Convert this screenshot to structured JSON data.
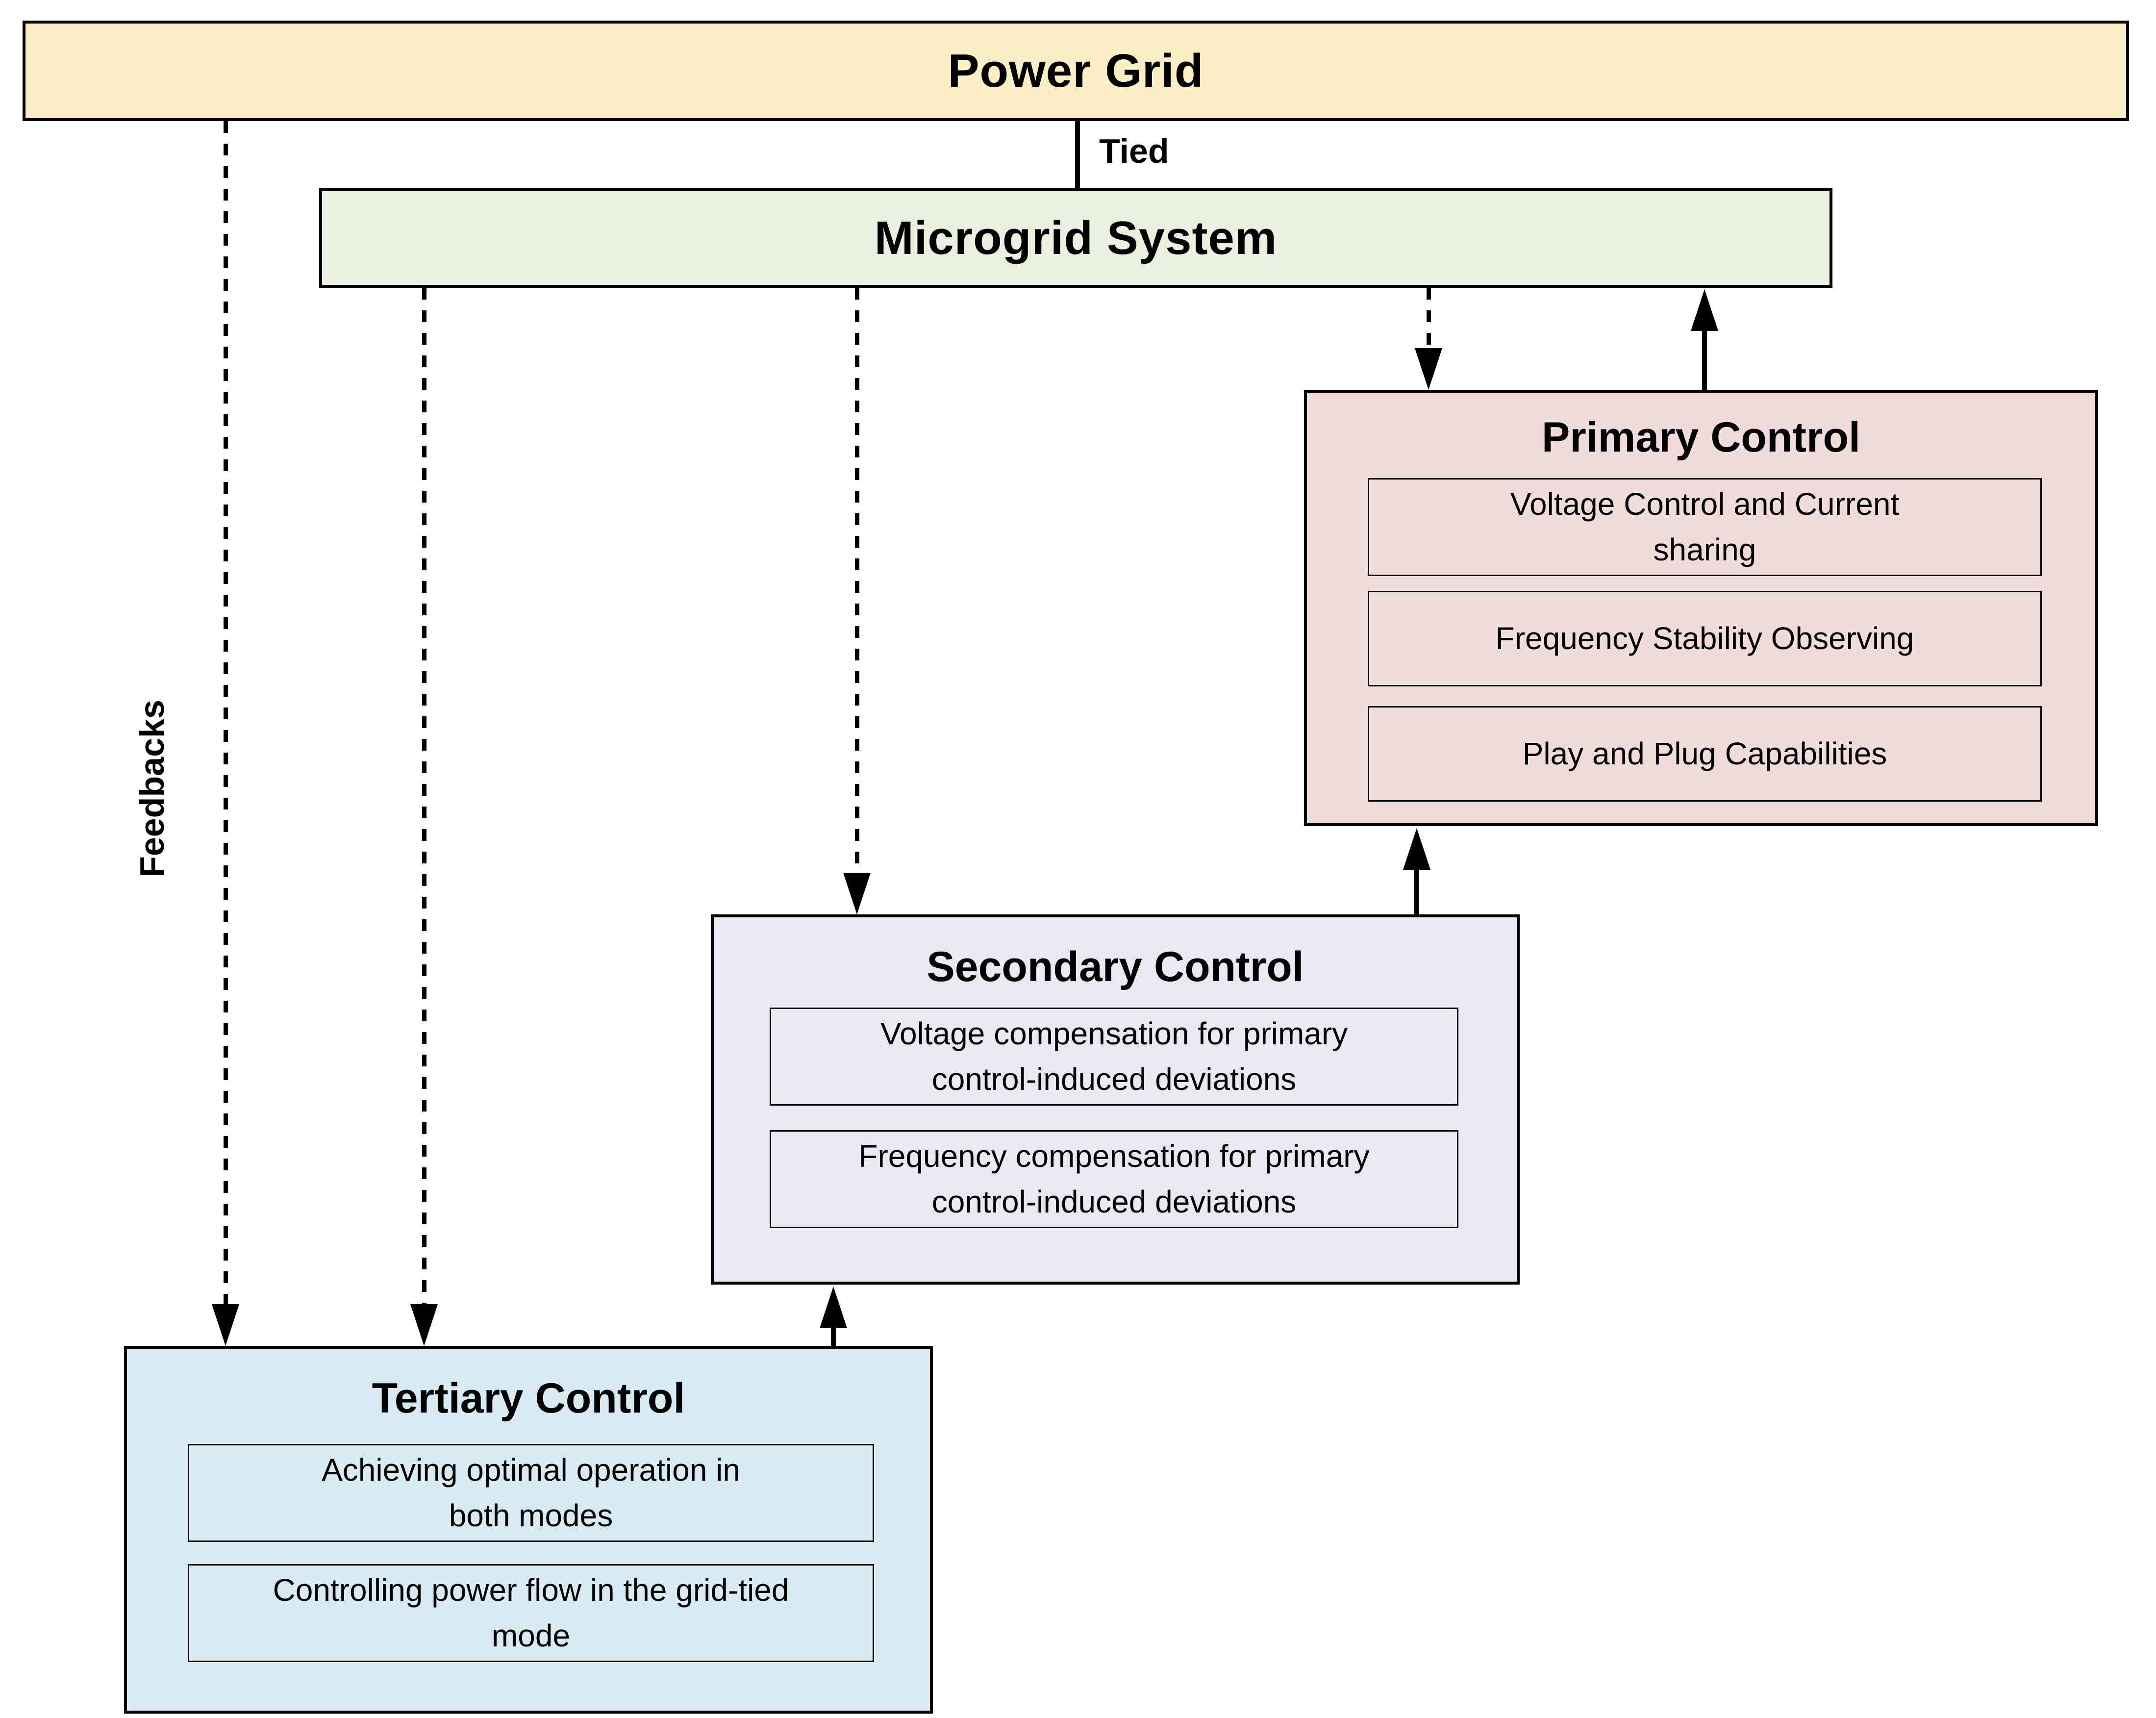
{
  "colors": {
    "background": "#ffffff",
    "line": "#000000",
    "power_grid_bg": "#fbefc6",
    "microgrid_bg": "#e9f0df",
    "primary_bg": "#f0dcdb",
    "secondary_bg": "#eae8f1",
    "tertiary_bg": "#d8eaf2"
  },
  "diagram": {
    "power_grid": {
      "label": "Power Grid"
    },
    "microgrid": {
      "label": "Microgrid System"
    },
    "connections": {
      "tied_label": "Tied",
      "feedbacks_label": "Feedbacks"
    },
    "primary": {
      "title": "Primary Control",
      "items": [
        "Voltage Control and Current\nsharing",
        "Frequency Stability Observing",
        "Play and Plug Capabilities"
      ]
    },
    "secondary": {
      "title": "Secondary Control",
      "items": [
        "Voltage compensation for primary\ncontrol-induced deviations",
        "Frequency compensation for primary\ncontrol-induced deviations"
      ]
    },
    "tertiary": {
      "title": "Tertiary Control",
      "items": [
        "Achieving optimal operation in\nboth modes",
        "Controlling power flow in the grid-tied\nmode"
      ]
    }
  }
}
